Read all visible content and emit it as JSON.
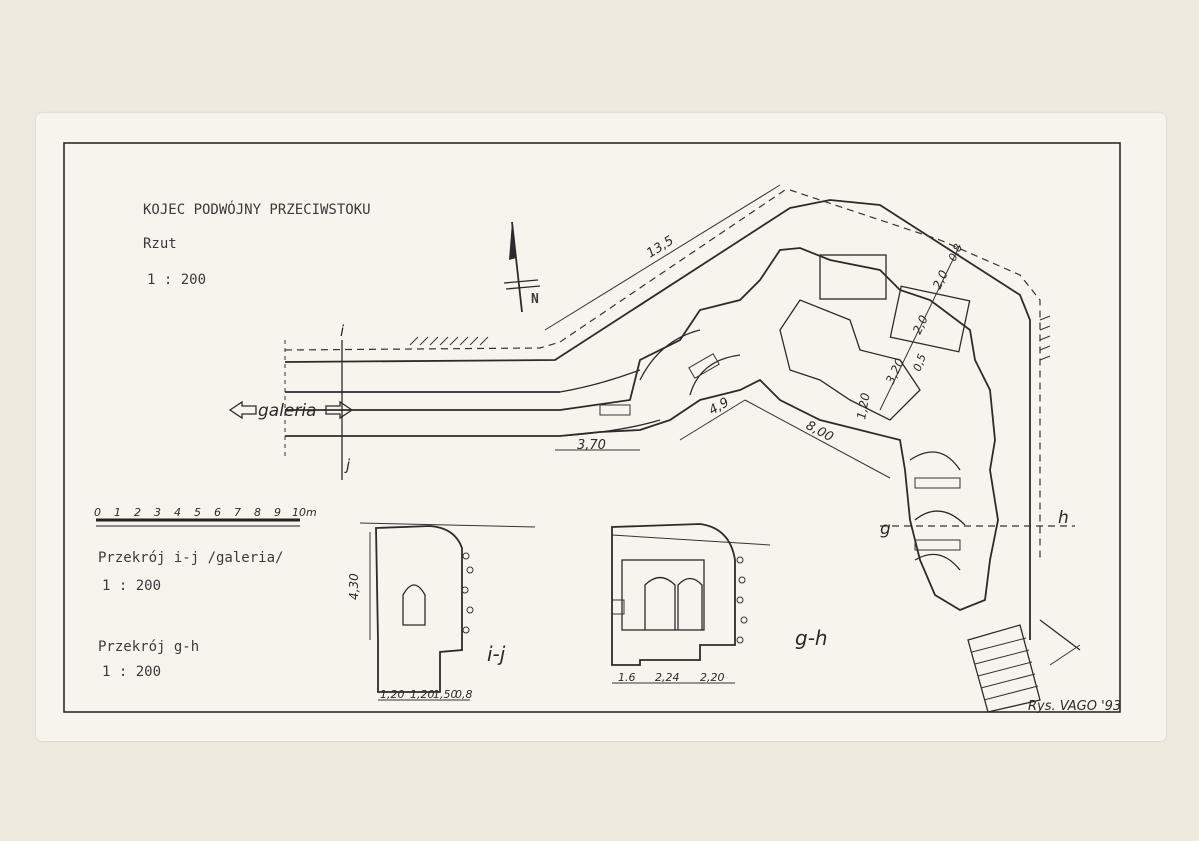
{
  "title": "KOJEC PODWÓJNY PRZECIWSTOKU",
  "plan_label": "Rzut",
  "plan_scale": "1 : 200",
  "north_label": "N",
  "gallery_label": "galeria",
  "scale_bar": {
    "ticks": [
      "0",
      "1",
      "2",
      "3",
      "4",
      "5",
      "6",
      "7",
      "8",
      "9",
      "10m"
    ]
  },
  "section_ij": {
    "title": "Przekrój i-j /galeria/",
    "scale": "1 : 200",
    "tag": "i-j",
    "height_dim": "4,30",
    "dims": [
      "1,20",
      "1,20",
      "1,50",
      "0,8"
    ]
  },
  "section_gh": {
    "title": "Przekrój g-h",
    "scale": "1 : 200",
    "tag": "g-h",
    "dims": [
      "1.6",
      "2,24",
      "2,20"
    ]
  },
  "plan_dims": {
    "d_13_5": "13,5",
    "d_3_70": "3,70",
    "d_4_9": "4,9",
    "d_8_00": "8,00",
    "d_1_20": "1,20",
    "d_3_20": "3,20",
    "d_2_0a": "2,0",
    "d_2_0b": "2,0",
    "d_0_8": "0,8",
    "d_0_5": "0,5"
  },
  "section_marks": {
    "i": "i",
    "j": "j",
    "g": "g",
    "h": "h"
  },
  "signature": "Rys. VAGO '93"
}
